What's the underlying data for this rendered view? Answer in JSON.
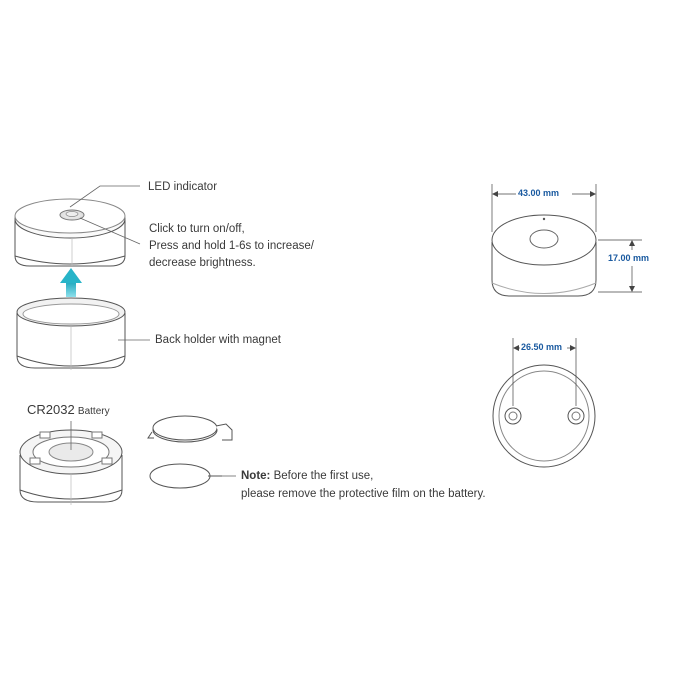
{
  "labels": {
    "led_indicator": "LED indicator",
    "click_line1": "Click to turn on/off,",
    "click_line2": "Press and hold 1-6s to increase/",
    "click_line3": "decrease brightness.",
    "back_holder": "Back holder with magnet",
    "battery_model": "CR2032",
    "battery_word": "Battery",
    "note_title": "Note:",
    "note_line1": " Before the first use,",
    "note_line2": "please remove the protective film on the battery."
  },
  "dimensions": {
    "width": "43.00 mm",
    "height": "17.00 mm",
    "magnet_spacing": "26.50 mm"
  },
  "colors": {
    "line": "#555555",
    "dim_blue": "#1a5aa0",
    "arrow_teal": "#27b4c8"
  }
}
